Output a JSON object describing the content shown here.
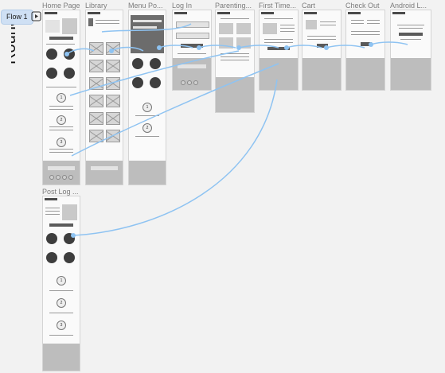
{
  "app": {
    "side_title": "Round",
    "flow_label": "Flow 1",
    "flow_icon": "play-flow-icon"
  },
  "colors": {
    "canvas": "#f2f2f2",
    "connector": "#8ec3f2",
    "flow_tag_bg": "#cfe0f4"
  },
  "frames": [
    {
      "id": "home",
      "label": "Home Page"
    },
    {
      "id": "library",
      "label": "Library"
    },
    {
      "id": "menu",
      "label": "Menu Po..."
    },
    {
      "id": "login",
      "label": "Log In"
    },
    {
      "id": "parenting",
      "label": "Parenting..."
    },
    {
      "id": "firsttime",
      "label": "First Time..."
    },
    {
      "id": "cart",
      "label": "Cart"
    },
    {
      "id": "checkout",
      "label": "Check Out"
    },
    {
      "id": "android",
      "label": "Android L..."
    },
    {
      "id": "postlog",
      "label": "Post Log ..."
    }
  ]
}
